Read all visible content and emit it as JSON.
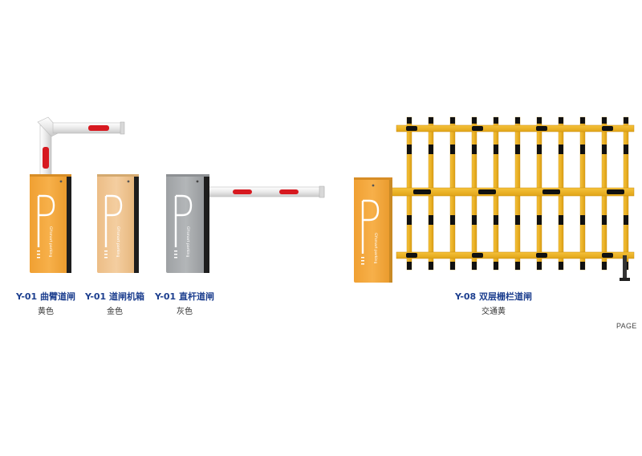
{
  "products": [
    {
      "title": "Y-01 曲臂道闸",
      "subtitle": "黄色",
      "brand": "GYsmart parking",
      "logo": "P",
      "color": "#f2a33a"
    },
    {
      "title": "Y-01 道闸机箱",
      "subtitle": "金色",
      "brand": "GYsmart parking",
      "logo": "P",
      "color": "#efc591"
    },
    {
      "title": "Y-01 直杆道闸",
      "subtitle": "灰色",
      "brand": "GYsmart parking",
      "logo": "P",
      "color": "#a8abad"
    },
    {
      "title": "Y-08 双层栅栏道闸",
      "subtitle": "交通黄",
      "brand": "GYsmart parking",
      "logo": "P",
      "color": "#f2a33a"
    }
  ],
  "page_label": "PAGE",
  "icons": {
    "gate": "barrier-gate-icon",
    "fence": "fence-barrier-icon"
  }
}
